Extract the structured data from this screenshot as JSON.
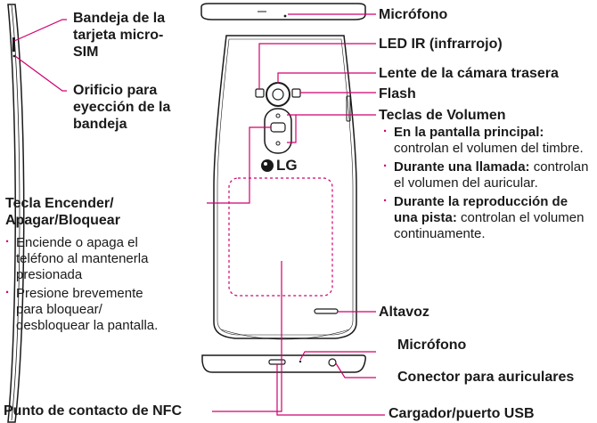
{
  "colors": {
    "accent": "#d0006f",
    "outline": "#1a1a1a"
  },
  "logo_text": "LG",
  "labels": {
    "sim_tray": "Bandeja de la tarjeta micro-SIM",
    "tray_eject": "Orificio para eyección de la bandeja",
    "mic_top": "Micrófono",
    "led_ir": "LED IR (infrarrojo)",
    "rear_lens": "Lente de la cámara trasera",
    "flash": "Flash",
    "volume_title": "Teclas de Volumen",
    "power_title": "Tecla Encender/ Apagar/Bloquear",
    "speaker": "Altavoz",
    "mic_bottom": "Micrófono",
    "headset_jack": "Conector para auriculares",
    "usb": "Cargador/puerto USB",
    "nfc": "Punto de contacto de NFC"
  },
  "volume_notes": [
    {
      "bold": "En la pantalla principal:",
      "text": " controlan el volumen del timbre."
    },
    {
      "bold": "Durante una llamada:",
      "text": " controlan el volumen del auricular."
    },
    {
      "bold": "Durante la reproducción de una pista:",
      "text": " controlan el volumen continuamente."
    }
  ],
  "power_notes": [
    "Enciende o apaga el teléfono al mantenerla presionada",
    "Presione brevemente para bloquear/ desbloquear la pantalla."
  ]
}
